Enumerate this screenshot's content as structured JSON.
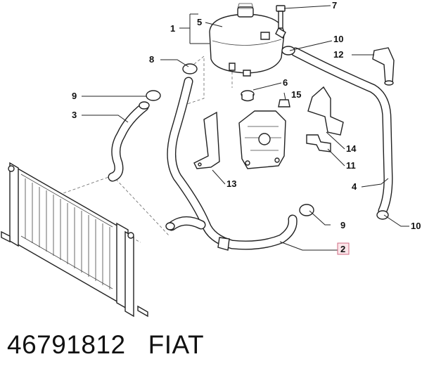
{
  "callouts": {
    "c1": "1",
    "c2": "2",
    "c3": "3",
    "c4": "4",
    "c5": "5",
    "c6": "6",
    "c7": "7",
    "c8": "8",
    "c9a": "9",
    "c9b": "9",
    "c10a": "10",
    "c10b": "10",
    "c11": "11",
    "c12": "12",
    "c13": "13",
    "c14": "14",
    "c15": "15"
  },
  "footer": {
    "part_number": "46791812",
    "brand": "FIAT"
  },
  "colors": {
    "line": "#222222",
    "highlight_fill": "#fbe6ea",
    "highlight_border": "#d06a82"
  }
}
